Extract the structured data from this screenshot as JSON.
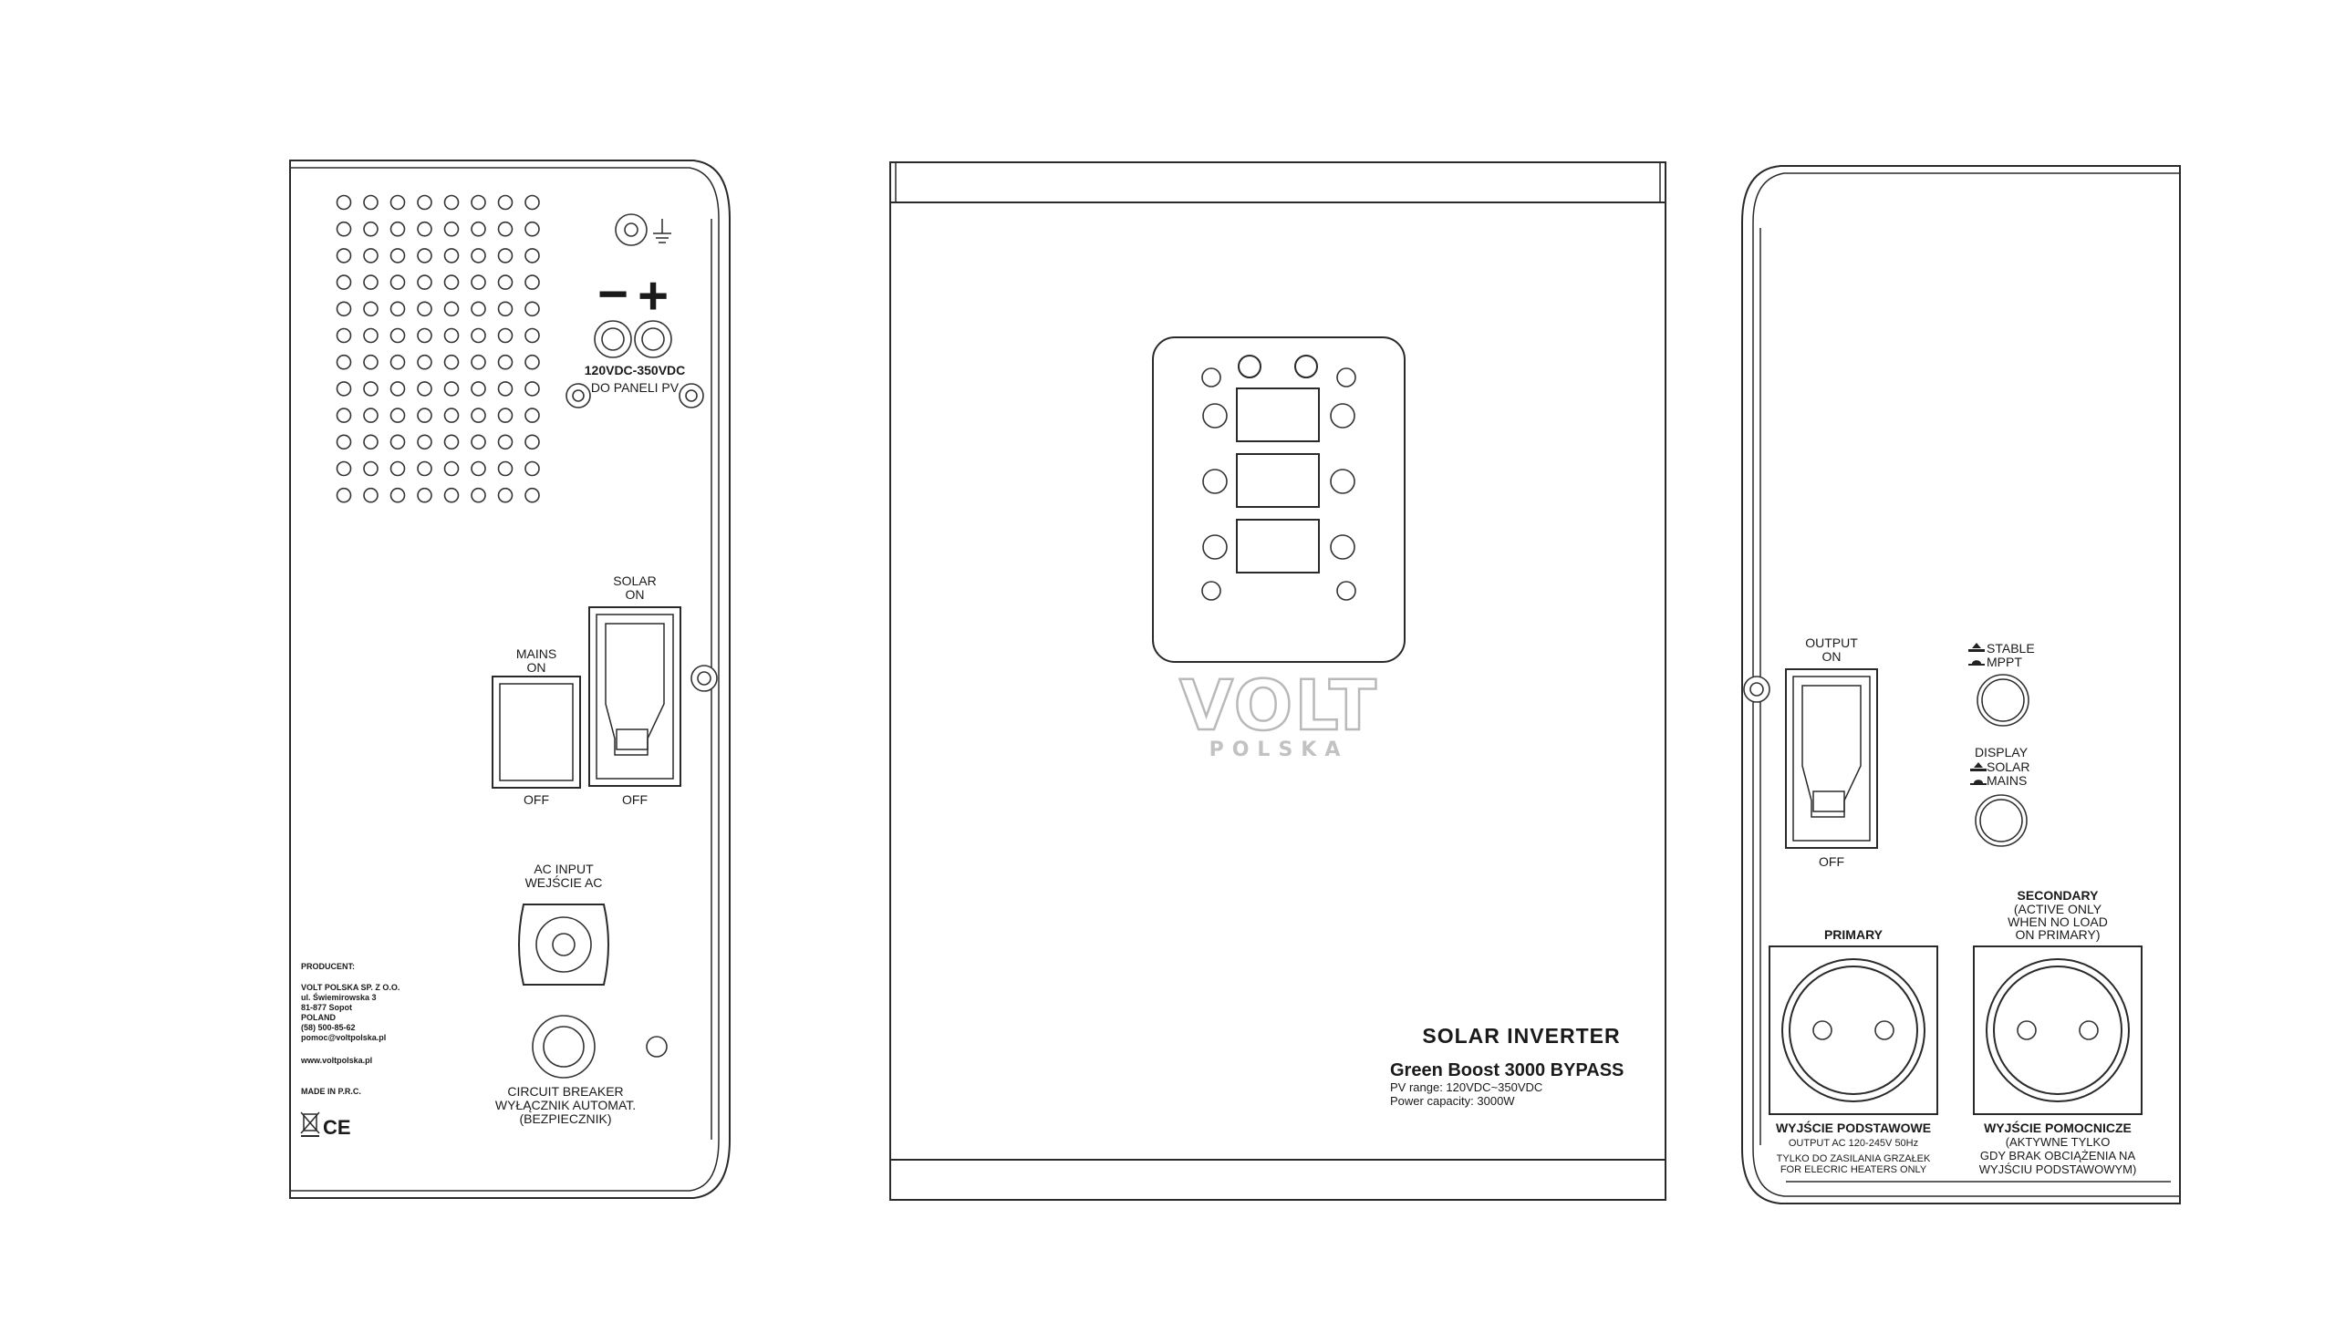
{
  "left_panel": {
    "pv_terminals": {
      "minus": "−",
      "plus": "+",
      "voltage": "120VDC-350VDC",
      "label": "DO PANELI PV"
    },
    "ground_icon": "ground-icon",
    "solar_switch": {
      "top_line1": "SOLAR",
      "top_line2": "ON",
      "bottom": "OFF"
    },
    "mains_switch": {
      "top_line1": "MAINS",
      "top_line2": "ON",
      "bottom": "OFF"
    },
    "ac_input": {
      "line1": "AC INPUT",
      "line2": "WEJŚCIE AC"
    },
    "circuit_breaker": {
      "line1": "CIRCUIT BREAKER",
      "line2": "WYŁĄCZNIK AUTOMAT.",
      "line3": "(BEZPIECZNIK)"
    },
    "producer": {
      "heading": "PRODUCENT:",
      "lines": [
        "VOLT POLSKA SP. Z O.O.",
        "ul. Świemirowska 3",
        "81-877 Sopot",
        "POLAND",
        "(58) 500-85-62",
        "pomoc@voltpolska.pl"
      ],
      "website": "www.voltpolska.pl",
      "made_in": "MADE IN P.R.C.",
      "marks": "CE"
    }
  },
  "center_panel": {
    "logo_top": "VOLT",
    "logo_bottom": "POLSKA",
    "title": "SOLAR INVERTER",
    "model": "Green Boost 3000 BYPASS",
    "pv_range": "PV range: 120VDC~350VDC",
    "power_capacity": "Power capacity: 3000W"
  },
  "right_panel": {
    "output_switch": {
      "top_line1": "OUTPUT",
      "top_line2": "ON",
      "bottom": "OFF"
    },
    "stable_mppt": {
      "line1": "STABLE",
      "line2": "MPPT"
    },
    "display_button": {
      "line1": "DISPLAY",
      "line2": "SOLAR",
      "line3": "MAINS"
    },
    "primary": {
      "title": "PRIMARY",
      "name": "WYJŚCIE PODSTAWOWE",
      "line1": "OUTPUT AC 120-245V 50Hz",
      "line2": "TYLKO DO ZASILANIA GRZAŁEK",
      "line3": "FOR ELECRIC HEATERS ONLY"
    },
    "secondary": {
      "title": "SECONDARY",
      "line1": "(ACTIVE ONLY",
      "line2": "WHEN NO LOAD",
      "line3": "ON PRIMARY)",
      "name": "WYJŚCIE POMOCNICZE",
      "pl1": "(AKTYWNE TYLKO",
      "pl2": "GDY BRAK OBCIĄŻENIA NA",
      "pl3": "WYJŚCIU PODSTAWOWYM)"
    }
  }
}
